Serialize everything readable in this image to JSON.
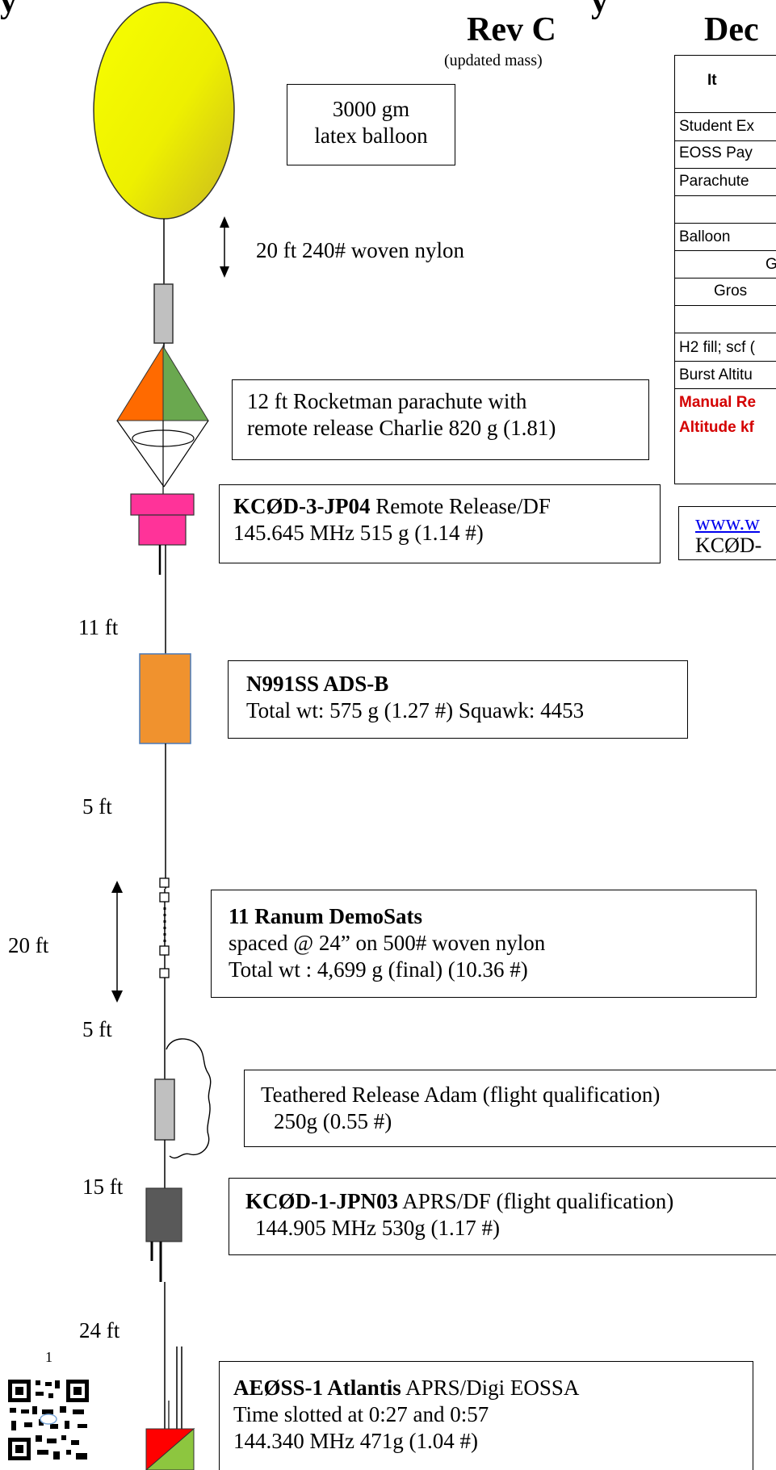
{
  "header": {
    "left_cut": "y",
    "right_cut": "y",
    "rev": "Rev C",
    "rev_note": "(updated mass)",
    "dec_cut": "Dec"
  },
  "table": {
    "header_cut": "It",
    "rows": [
      "Student Ex",
      "EOSS Pay",
      "Parachute",
      "",
      "Balloon",
      "G",
      "Gros",
      "",
      "H2 fill; scf (",
      "Burst Altitu"
    ],
    "red_rows": [
      "Manual Re",
      "Altitude kf"
    ]
  },
  "link_box": {
    "link": "www.w",
    "callsign": "KCØD-"
  },
  "components": {
    "balloon": {
      "line1": "3000 gm",
      "line2": "latex balloon",
      "color": "#f2f200"
    },
    "tether1": {
      "label": "20 ft 240# woven nylon"
    },
    "parachute": {
      "line1": "12 ft Rocketman parachute with",
      "line2": "remote release Charlie 820 g (1.81)",
      "colors": [
        "#ff6a00",
        "#6aa84f"
      ]
    },
    "remote_release": {
      "bold": "KCØD-3-JP04",
      "line1_rest": " Remote Release/DF",
      "line2": "145.645 MHz 515 g (1.14 #)",
      "color": "#ff3399"
    },
    "adsb": {
      "bold": "N991SS ADS-B",
      "line2": "Total wt:  575 g (1.27 #) Squawk: 4453",
      "color": "#f0922e"
    },
    "demosats": {
      "bold": "11 Ranum DemoSats",
      "line2": "spaced @ 24” on 500# woven nylon",
      "line3": "Total wt : 4,699 g (final)  (10.36 #)"
    },
    "teather_release": {
      "line1": "Teathered Release Adam (flight qualification)",
      "line2": "250g (0.55 #)"
    },
    "aprs": {
      "bold": "KCØD-1-JPN03",
      "line1_rest": " APRS/DF (flight qualification)",
      "line2": "144.905 MHz 530g (1.17 #)"
    },
    "atlantis": {
      "bold": "AEØSS-1 Atlantis",
      "line1_rest": " APRS/Digi  EOSSA",
      "line2": "Time slotted at 0:27 and 0:57",
      "line3": "144.340 MHz   471g (1.04 #)"
    }
  },
  "spacings": [
    "11 ft",
    "5 ft",
    "20 ft",
    "5 ft",
    "15 ft",
    "24 ft"
  ],
  "page_number": "1"
}
